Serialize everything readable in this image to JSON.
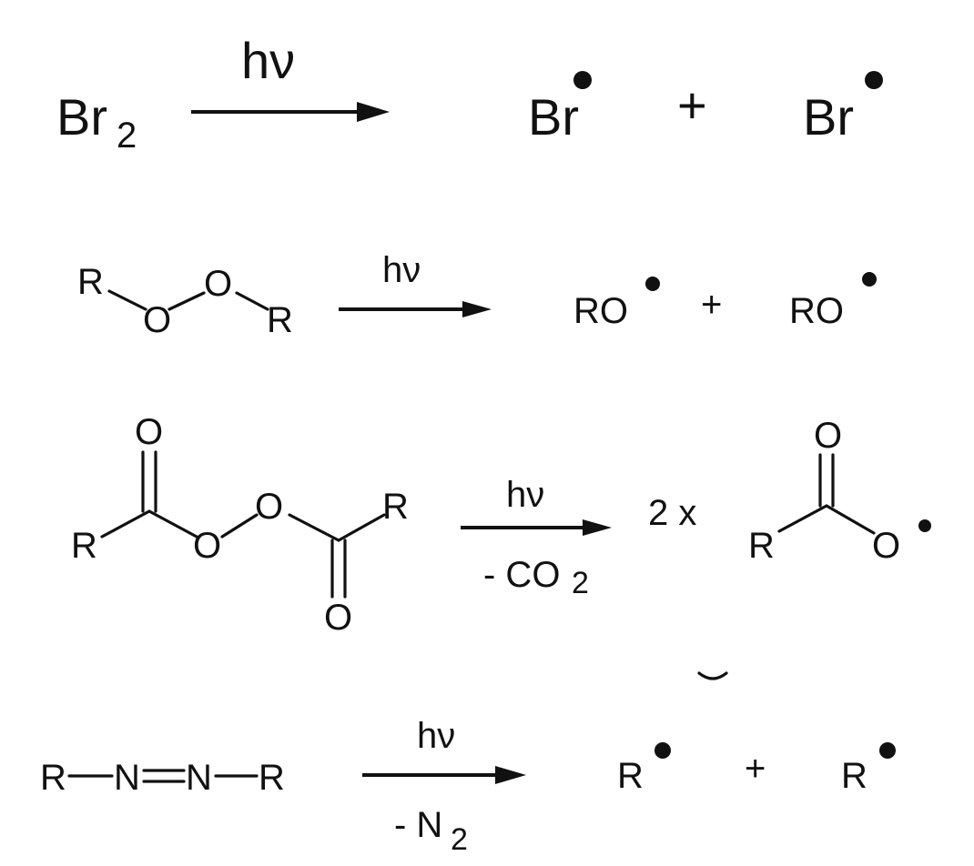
{
  "reactions": [
    {
      "reactant": {
        "main": "Br",
        "subscript": "2"
      },
      "condition_above": "hν",
      "condition_below": "",
      "products": [
        {
          "label": "Br",
          "radical": "•"
        },
        {
          "label": "Br",
          "radical": "•"
        }
      ],
      "plus": "+"
    },
    {
      "reactant_atoms": {
        "r1": "R",
        "o1": "O",
        "o2": "O",
        "r2": "R"
      },
      "condition_above": "hν",
      "condition_below": "",
      "products": [
        {
          "label": "RO",
          "radical": "•"
        },
        {
          "label": "RO",
          "radical": "•"
        }
      ],
      "plus": "+"
    },
    {
      "reactant_atoms": {
        "r1": "R",
        "carbonyl_o1": "O",
        "o1": "O",
        "o2": "O",
        "r2": "R",
        "carbonyl_o2": "O"
      },
      "condition_above": "hν",
      "condition_below": {
        "main": "- CO",
        "subscript": "2"
      },
      "multiplier": "2 x",
      "product_atoms": {
        "r": "R",
        "carbonyl_o": "O",
        "o": "O",
        "radical": "•"
      }
    },
    {
      "reactant_atoms": {
        "r1": "R",
        "n1": "N",
        "n2": "N",
        "r2": "R"
      },
      "condition_above": "hν",
      "condition_below": {
        "main": "- N",
        "subscript": "2"
      },
      "products": [
        {
          "label": "R",
          "radical": "•"
        },
        {
          "label": "R",
          "radical": "•"
        }
      ],
      "plus": "+"
    }
  ]
}
